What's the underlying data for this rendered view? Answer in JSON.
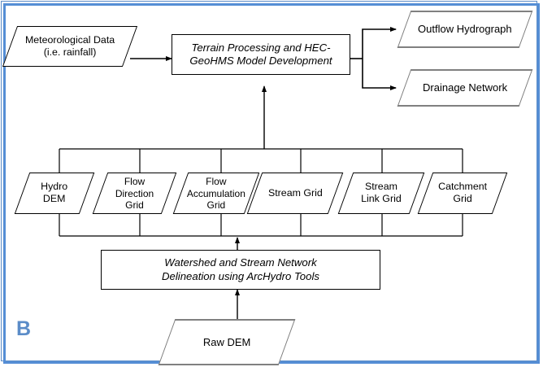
{
  "figure": {
    "panel_label": "B",
    "panel_label_color": "#5b8cc8",
    "border_color": "#558ed5",
    "connector_color": "#000000",
    "gray_edge_color": "#808080",
    "background": "#ffffff"
  },
  "nodes": {
    "meteorological_data": {
      "label": "Meteorological Data\n(i.e. rainfall)",
      "shape": "parallelogram",
      "style": "thin-outline"
    },
    "terrain_processing": {
      "label": "Terrain Processing and HEC-GeoHMS Model Development",
      "line1": "Terrain Processing and HEC-",
      "line2": "GeoHMS Model Development",
      "shape": "rectangle",
      "style": "italic-process"
    },
    "outflow_hydrograph": {
      "label": "Outflow Hydrograph",
      "shape": "parallelogram",
      "style": "gray-edge"
    },
    "drainage_network": {
      "label": "Drainage Network",
      "shape": "parallelogram",
      "style": "gray-edge"
    },
    "watershed_delineation": {
      "label": "Watershed and Stream Network Delineation using ArcHydro Tools",
      "line1": "Watershed and Stream Network",
      "line2": "Delineation using ArcHydro Tools",
      "shape": "rectangle",
      "style": "italic-process"
    },
    "raw_dem": {
      "label": "Raw DEM",
      "shape": "parallelogram",
      "style": "gray-edge"
    }
  },
  "grid_row": {
    "items": [
      {
        "label": "Hydro\nDEM"
      },
      {
        "label": "Flow\nDirection\nGrid"
      },
      {
        "label": "Flow\nAccumulation\nGrid"
      },
      {
        "label": "Stream Grid"
      },
      {
        "label": "Stream\nLink Grid"
      },
      {
        "label": "Catchment\nGrid"
      }
    ]
  },
  "connections": [
    {
      "from": "meteorological_data",
      "to": "terrain_processing",
      "arrow": true
    },
    {
      "from": "terrain_processing",
      "to": "outflow_hydrograph",
      "arrow": true
    },
    {
      "from": "terrain_processing",
      "to": "drainage_network",
      "arrow": true
    },
    {
      "from": "grid_row",
      "to": "terrain_processing",
      "arrow": true
    },
    {
      "from": "watershed_delineation",
      "to": "grid_row",
      "arrow": true
    },
    {
      "from": "raw_dem",
      "to": "watershed_delineation",
      "arrow": true
    }
  ]
}
